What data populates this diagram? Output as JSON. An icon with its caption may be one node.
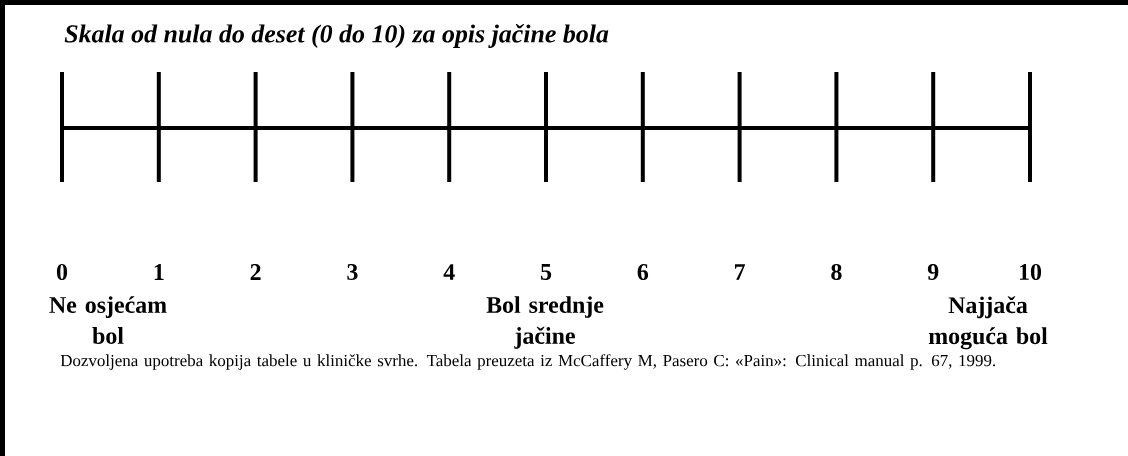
{
  "diagram": {
    "title": "Skala od nula do deset (0 do 10) za opis jačine bola",
    "labels": [
      "0",
      "1",
      "2",
      "3",
      "4",
      "5",
      "6",
      "7",
      "8",
      "9",
      "10",
      "Ne osjećam bol",
      "Bol srednje jačine",
      "Najjača moguća bol"
    ],
    "caption": "Dozvoljena upotreba kopija tabele u kliničke svrhe. Tabela preuzeta iz McCaffery M, Pasero C: «Pain»: Clinical manual p. 67, 1999."
  }
}
